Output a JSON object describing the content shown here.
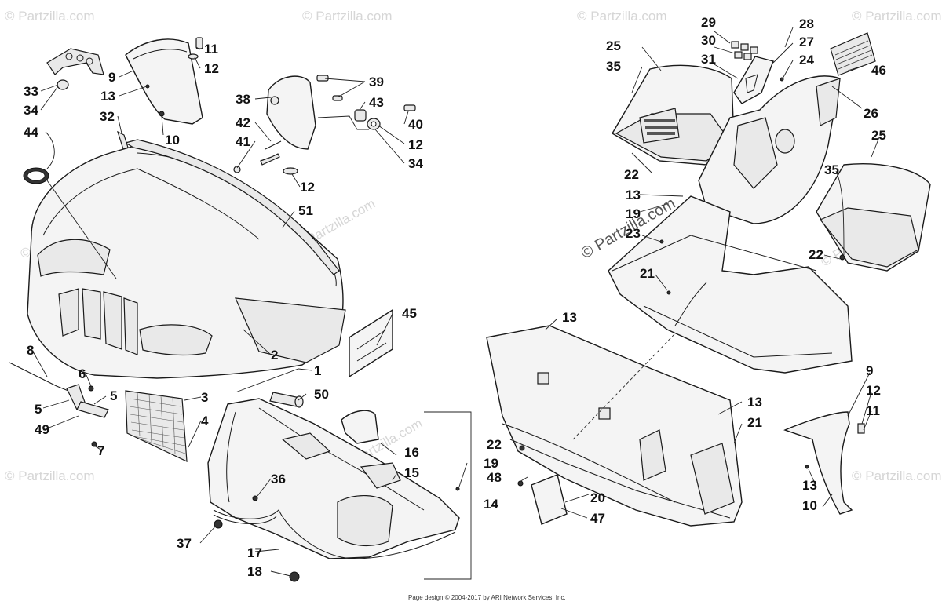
{
  "footer": "Page design © 2004-2017 by ARI Network Services, Inc.",
  "watermark": {
    "corner": "© Partzilla.com",
    "center": "© Partzilla.com"
  },
  "labels": {
    "l1": "1",
    "l2": "2",
    "l3": "3",
    "l4": "4",
    "l5a": "5",
    "l5b": "5",
    "l6": "6",
    "l7": "7",
    "l8": "8",
    "l9a": "9",
    "l9b": "9",
    "l10a": "10",
    "l10b": "10",
    "l11a": "11",
    "l11b": "11",
    "l12a": "12",
    "l12b": "12",
    "l12c": "12",
    "l12d": "12",
    "l13a": "13",
    "l13b": "13",
    "l13c": "13",
    "l13d": "13",
    "l13e": "13",
    "l14": "14",
    "l15": "15",
    "l16": "16",
    "l17": "17",
    "l18": "18",
    "l19a": "19",
    "l19b": "19",
    "l20": "20",
    "l21a": "21",
    "l21b": "21",
    "l22a": "22",
    "l22b": "22",
    "l22c": "22",
    "l23": "23",
    "l24": "24",
    "l25a": "25",
    "l25b": "25",
    "l26": "26",
    "l27": "27",
    "l28": "28",
    "l29": "29",
    "l30": "30",
    "l31": "31",
    "l32": "32",
    "l33": "33",
    "l34a": "34",
    "l34b": "34",
    "l35a": "35",
    "l35b": "35",
    "l36": "36",
    "l37": "37",
    "l38": "38",
    "l39": "39",
    "l40": "40",
    "l41": "41",
    "l42": "42",
    "l43": "43",
    "l44": "44",
    "l45": "45",
    "l46": "46",
    "l47": "47",
    "l48": "48",
    "l49": "49",
    "l50": "50",
    "l51": "51"
  }
}
